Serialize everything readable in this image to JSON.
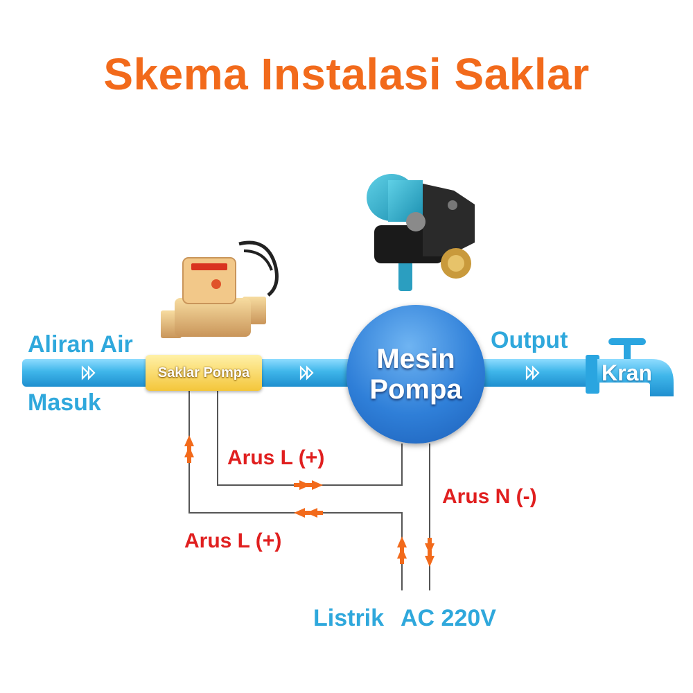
{
  "title": "Skema Instalasi Saklar",
  "inlet": {
    "line1": "Aliran Air",
    "line2": "Masuk"
  },
  "switch_label": "Saklar Pompa",
  "pump": {
    "line1": "Mesin",
    "line2": "Pompa"
  },
  "output_label": "Output",
  "faucet_label": "Kran",
  "wires": {
    "arus_l_top": "Arus L (+)",
    "arus_l_bottom": "Arus L (+)",
    "arus_n": "Arus N (-)"
  },
  "power": {
    "word": "Listrik",
    "voltage": "AC 220V"
  },
  "icons": [
    "flow-arrow-icon",
    "pressure-switch-image",
    "water-pump-image",
    "faucet-icon"
  ],
  "colors": {
    "title": "#f26a1b",
    "pipe": "#3fb6ea",
    "label_blue": "#2fa8dc",
    "label_red": "#e01f1f",
    "arrow": "#f26a1b",
    "wire": "#555555"
  }
}
